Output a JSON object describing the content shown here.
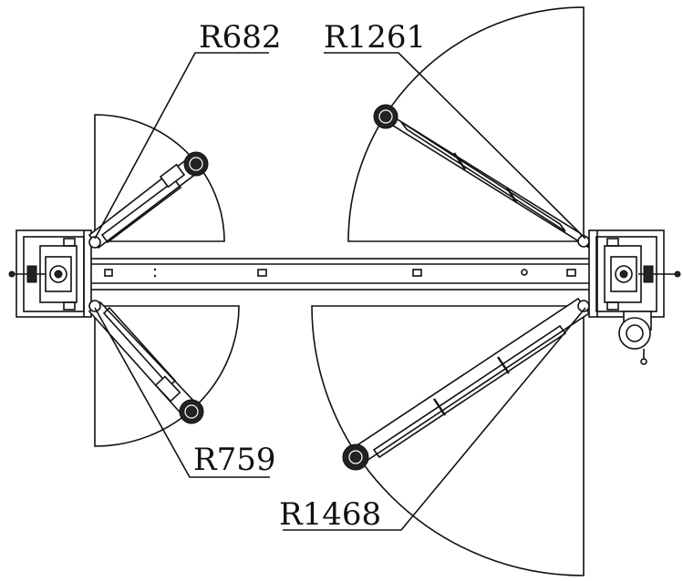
{
  "drawing": {
    "labels": {
      "front_left": "R682",
      "front_right": "R1261",
      "rear_left": "R759",
      "rear_right": "R1468"
    }
  }
}
